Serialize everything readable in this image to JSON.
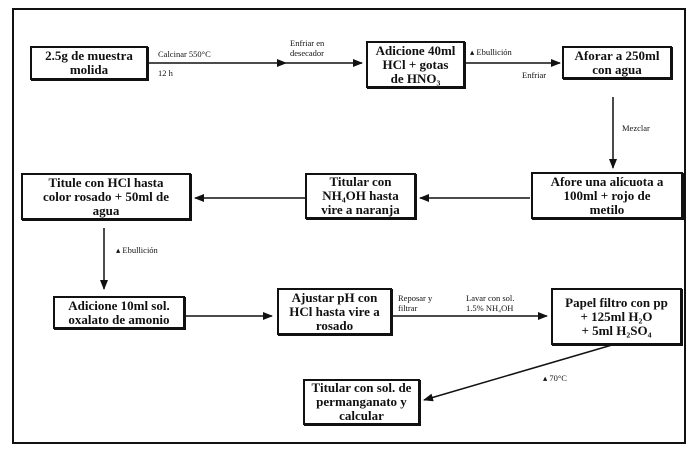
{
  "boxes": {
    "muestra": "2.5g de muestra\nmolida",
    "adicione_hcl": "Adicione 40ml\nHCl + gotas\nde HNO₃",
    "aforar": "Aforar a 250ml\ncon agua",
    "alicuota": "Afore una alícuota a\n100ml + rojo de\nmetilo",
    "titular_nh4oh": "Titular con\nNH₄OH hasta\nvire a naranja",
    "titule_hcl": "Titule con HCl hasta\ncolor rosado + 50ml de\nagua",
    "oxalato": "Adicione 10ml sol.\noxalato de amonio",
    "ajustar_ph": "Ajustar pH con\nHCl hasta vire a\nrosado",
    "papel_filtro": "Papel filtro con pp\n+ 125ml H₂O\n+ 5ml H₂SO₄",
    "permanganato": "Titular con sol. de\npermanganato y\ncalcular"
  },
  "labels": {
    "calcinar": "Calcinar 550°C",
    "tiempo": "12 h",
    "enfriar_desecador": "Enfriar en\ndesecador",
    "ebullicion_1": "▴ Ebullición",
    "enfriar": "Enfriar",
    "mezclar": "Mezclar",
    "ebullicion_2": "▴ Ebullición",
    "reposar": "Reposar y\nfiltrar",
    "lavar": "Lavar con sol.\n1.5% NH₄OH",
    "temperatura": "▴ 70°C"
  }
}
